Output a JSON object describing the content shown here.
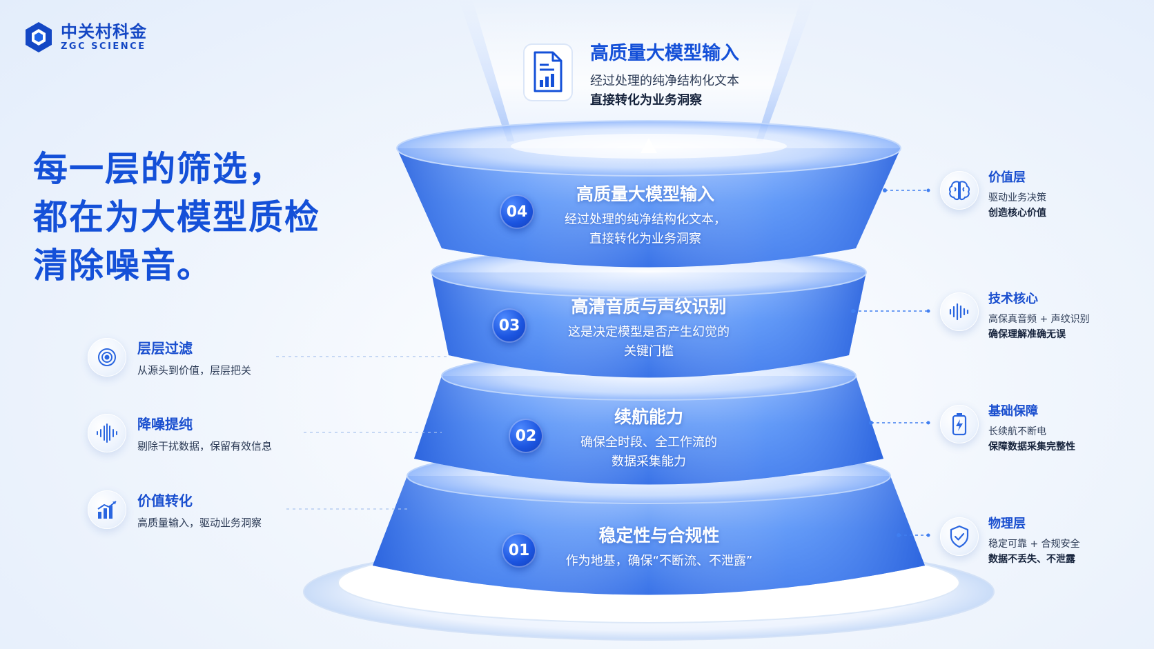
{
  "brand": {
    "name_cn": "中关村科金",
    "name_en": "ZGC SCIENCE"
  },
  "headline": [
    "每一层的筛选，",
    "都在为大模型质检",
    "清除噪音。"
  ],
  "top_card": {
    "icon": "document-chart-icon",
    "title": "高质量大模型输入",
    "line1": "经过处理的纯净结构化文本",
    "line2": "直接转化为业务洞察"
  },
  "tiers": [
    {
      "num": "04",
      "title": "高质量大模型输入",
      "line1": "经过处理的纯净结构化文本，",
      "line2": "直接转化为业务洞察"
    },
    {
      "num": "03",
      "title": "高清音质与声纹识别",
      "line1": "这是决定模型是否产生幻觉的",
      "line2": "关键门槛"
    },
    {
      "num": "02",
      "title": "续航能力",
      "line1": "确保全时段、全工作流的",
      "line2": "数据采集能力"
    },
    {
      "num": "01",
      "title": "稳定性与合规性",
      "line1": "作为地基，确保“不断流、不泄露”",
      "line2": ""
    }
  ],
  "left_features": [
    {
      "icon": "target-icon",
      "title": "层层过滤",
      "desc": "从源头到价值，层层把关"
    },
    {
      "icon": "waveform-icon",
      "title": "降噪提纯",
      "desc": "剔除干扰数据，保留有效信息"
    },
    {
      "icon": "bar-chart-icon",
      "title": "价值转化",
      "desc": "高质量输入，驱动业务洞察"
    }
  ],
  "right_layers": [
    {
      "icon": "brain-icon",
      "title": "价值层",
      "line1": "驱动业务决策",
      "line2": "创造核心价值"
    },
    {
      "icon": "waveform-icon",
      "title": "技术核心",
      "line1": "高保真音频 + 声纹识别",
      "line2": "确保理解准确无误"
    },
    {
      "icon": "battery-icon",
      "title": "基础保障",
      "line1": "长续航不断电",
      "line2": "保障数据采集完整性"
    },
    {
      "icon": "shield-icon",
      "title": "物理层",
      "line1": "稳定可靠 + 合规安全",
      "line2": "数据不丢失、不泄露"
    }
  ],
  "colors": {
    "accent": "#1450d8",
    "tier_blue": "#3f7ef0",
    "text": "#1a2b4a"
  }
}
